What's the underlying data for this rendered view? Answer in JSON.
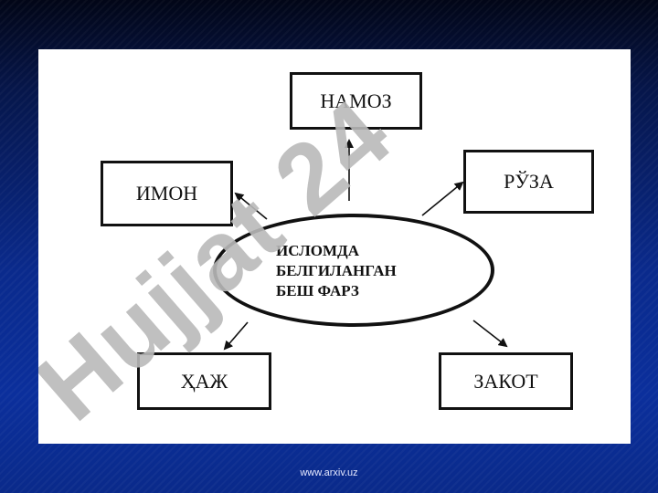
{
  "diagram": {
    "center": {
      "lines": [
        "ИСЛОМДА",
        "БЕЛГИЛАНГАН",
        "БЕШ  ФАРЗ"
      ]
    },
    "nodes": {
      "namoz": "НАМОЗ",
      "imon": "ИМОН",
      "ruza": "РЎЗА",
      "haj": "ҲАЖ",
      "zakot": "ЗАКОТ"
    }
  },
  "watermark": {
    "text": "Hujjat 24",
    "color": "#b9b9b9"
  },
  "footer": {
    "source": "www.arxiv.uz"
  },
  "colors": {
    "background": "#0a2a8c",
    "panel": "#ffffff",
    "stroke": "#111111"
  }
}
